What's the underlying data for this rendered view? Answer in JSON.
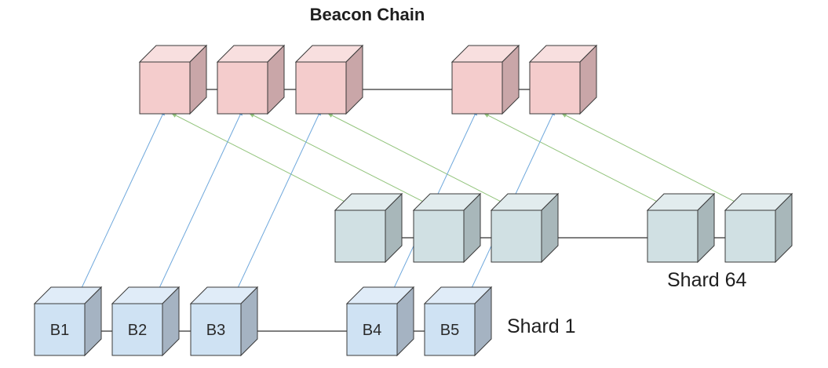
{
  "title": "Beacon Chain",
  "shard1": {
    "label": "Shard 1",
    "blocks": [
      "B1",
      "B2",
      "B3",
      "B4",
      "B5"
    ]
  },
  "shard64": {
    "label": "Shard 64",
    "blocks": [
      "",
      "",
      "",
      "",
      ""
    ]
  },
  "beacon": {
    "blocks": [
      "",
      "",
      "",
      "",
      ""
    ]
  },
  "colors": {
    "beacon_front": "#f4cccc",
    "beacon_top": "#f8dfdf",
    "beacon_side": "#c9a6a8",
    "shard64_front": "#d0e0e3",
    "shard64_top": "#e2ecee",
    "shard64_side": "#a8b7ba",
    "shard1_front": "#cfe2f3",
    "shard1_top": "#e0ecf8",
    "shard1_side": "#a5b3c2",
    "edge": "#3a3a3a",
    "shard1_link": "#6fa8dc",
    "shard64_link": "#93c47d",
    "chain_arrow": "#333333"
  }
}
